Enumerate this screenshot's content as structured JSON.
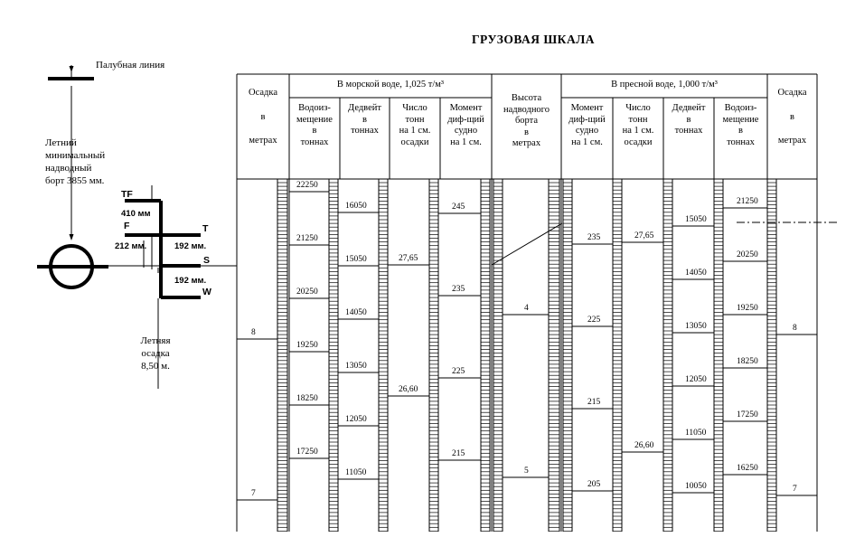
{
  "title": "ГРУЗОВАЯ ШКАЛА",
  "left": {
    "deck_line": "Палубная линия",
    "freeboard": [
      "Летний",
      "минимальный",
      "надводный",
      "борт 3855 мм."
    ],
    "draught": [
      "Летняя",
      "осадка",
      "8,50 м."
    ],
    "marks": {
      "tf": "TF",
      "f": "F",
      "t": "T",
      "s": "S",
      "w": "W",
      "d410": "410 мм",
      "d212": "212 мм.",
      "d192a": "192 мм.",
      "d192b": "192 мм."
    }
  },
  "header": {
    "draft": [
      "Осадка",
      "в",
      "метрах"
    ],
    "sea": "В морской воде, 1,025 т/м³",
    "fresh": "В пресной воде, 1,000 т/м³",
    "height": [
      "Высота",
      "надводного",
      "борта",
      "в",
      "метрах"
    ],
    "sea_cols": [
      [
        "Водоиз-",
        "мещение",
        "в",
        "тоннах"
      ],
      [
        "Дедвейт",
        "в",
        "тоннах"
      ],
      [
        "Число",
        "тонн",
        "на 1 см.",
        "осадки"
      ],
      [
        "Момент",
        "диф-щий",
        "судно",
        "на 1 см."
      ]
    ],
    "fresh_cols": [
      [
        "Момент",
        "диф-щий",
        "судно",
        "на 1 см."
      ],
      [
        "Число",
        "тонн",
        "на 1 см.",
        "осадки"
      ],
      [
        "Дедвейт",
        "в",
        "тоннах"
      ],
      [
        "Водоиз-",
        "мещение",
        "в",
        "тоннах"
      ]
    ]
  },
  "columns": {
    "draft_left": [
      "8",
      "7"
    ],
    "sea_disp": [
      "22250",
      "21250",
      "20250",
      "19250",
      "18250",
      "17250"
    ],
    "sea_dwt": [
      "16050",
      "15050",
      "14050",
      "13050",
      "12050",
      "11050"
    ],
    "sea_tpc": [
      "27,65",
      "26,60"
    ],
    "sea_mct": [
      "245",
      "235",
      "225",
      "215"
    ],
    "height": [
      "4",
      "5"
    ],
    "fresh_mct": [
      "235",
      "225",
      "215",
      "205"
    ],
    "fresh_tpc": [
      "27,65",
      "26,60"
    ],
    "fresh_dwt": [
      "15050",
      "14050",
      "13050",
      "12050",
      "11050",
      "10050"
    ],
    "fresh_disp": [
      "21250",
      "20250",
      "19250",
      "18250",
      "17250",
      "16250"
    ],
    "draft_right": [
      "8",
      "7"
    ]
  }
}
